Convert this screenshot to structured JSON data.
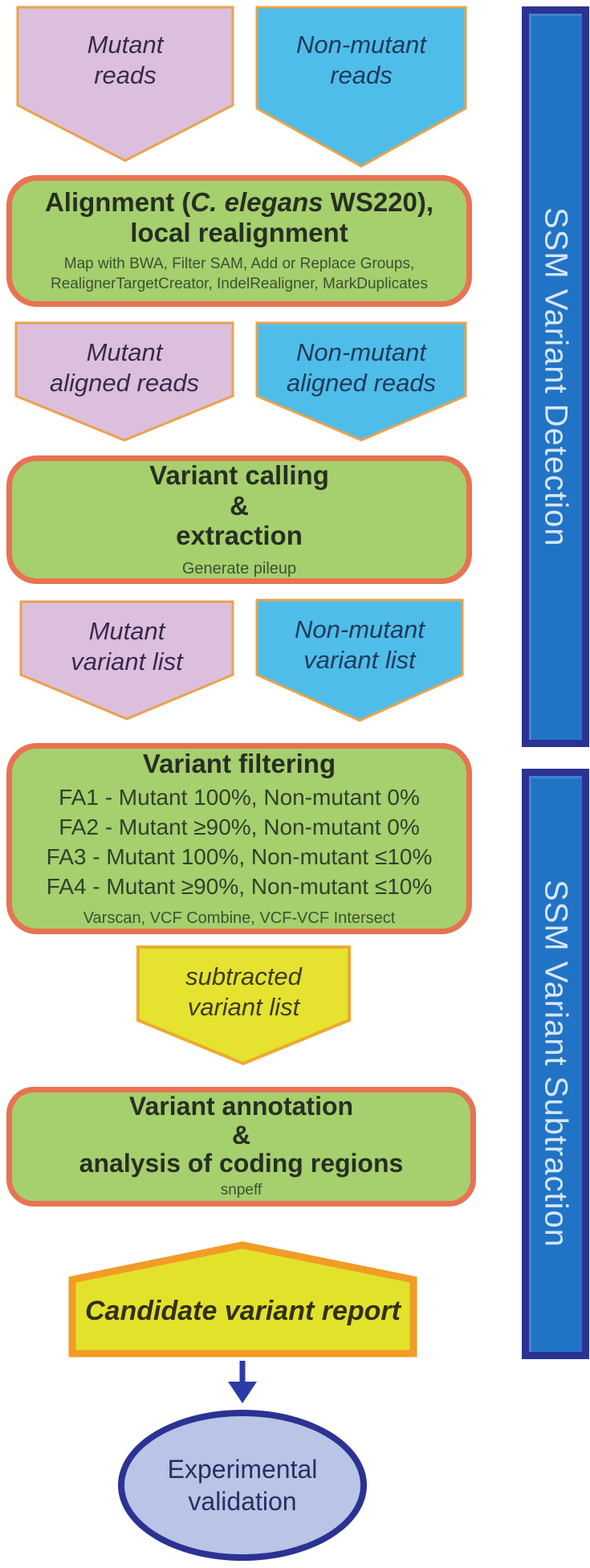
{
  "palette": {
    "pink-fill": "#dcbfdc",
    "blue-fill": "#4fbde9",
    "pennant-border": "#e9a24c",
    "green-fill": "#a6cf6e",
    "green-border": "#e87253",
    "yellow-fill": "#e5e32f",
    "yellow-border": "#ecaa2e",
    "candidate-fill": "#e2e22a",
    "candidate-border": "#f19c27",
    "bar-fill": "#2173c5",
    "bar-border": "#2b3292",
    "bar-text": "#d6e6f7",
    "ellipse-fill": "#b8c5e6",
    "ellipse-border": "#2b3292",
    "arrow": "#2c3ba6",
    "text-plum": "#38294e",
    "text-slate": "#1e3a5a",
    "text-olive": "#3c3b20",
    "text-dark": "#272f23",
    "text-greensmall": "#3d5133",
    "text-rules": "#31402b",
    "text-candidate": "#332f19",
    "text-ellipse": "#233162"
  },
  "sidebars": {
    "detection": "SSM Variant Detection",
    "subtraction": "SSM Variant Subtraction"
  },
  "nodes": {
    "mutant_reads": "Mutant\nreads",
    "non_mutant_reads": "Non-mutant\nreads",
    "alignment": {
      "title_prefix": "Alignment (",
      "title_species": "C. elegans",
      "title_suffix": " WS220),",
      "title_line2": "local realignment",
      "tools_line1": "Map with BWA, Filter SAM, Add or Replace Groups,",
      "tools_line2": "RealignerTargetCreator, IndelRealigner, MarkDuplicates"
    },
    "mutant_aligned_reads": "Mutant\naligned reads",
    "non_mutant_aligned_reads": "Non-mutant\naligned reads",
    "variant_calling": {
      "line1": "Variant calling",
      "line2": "&",
      "line3": "extraction",
      "tools": "Generate pileup"
    },
    "mutant_variant_list": "Mutant\nvariant list",
    "non_mutant_variant_list": "Non-mutant\nvariant list",
    "variant_filtering": {
      "title": "Variant filtering",
      "rules": [
        "FA1 - Mutant 100%, Non-mutant 0%",
        "FA2 - Mutant ≥90%, Non-mutant 0%",
        "FA3 - Mutant 100%, Non-mutant ≤10%",
        "FA4 - Mutant ≥90%, Non-mutant ≤10%"
      ],
      "tools": "Varscan, VCF Combine, VCF-VCF Intersect"
    },
    "subtracted_variant_list": "subtracted\nvariant list",
    "variant_annotation": {
      "line1": "Variant annotation",
      "line2": "&",
      "line3": "analysis of coding regions",
      "tools": "snpeff"
    },
    "candidate_variant_report": "Candidate variant report",
    "experimental_validation": "Experimental\nvalidation"
  }
}
